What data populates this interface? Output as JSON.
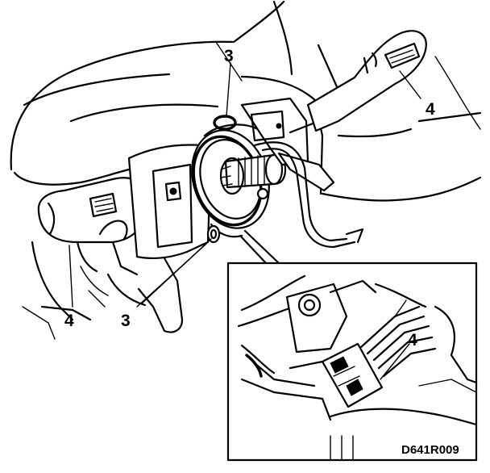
{
  "callouts": {
    "label_3_top": "3",
    "label_3_bottom": "3",
    "label_4_right": "4",
    "label_4_left": "4",
    "label_4_inset": "4"
  },
  "figure_code": "D641R009"
}
